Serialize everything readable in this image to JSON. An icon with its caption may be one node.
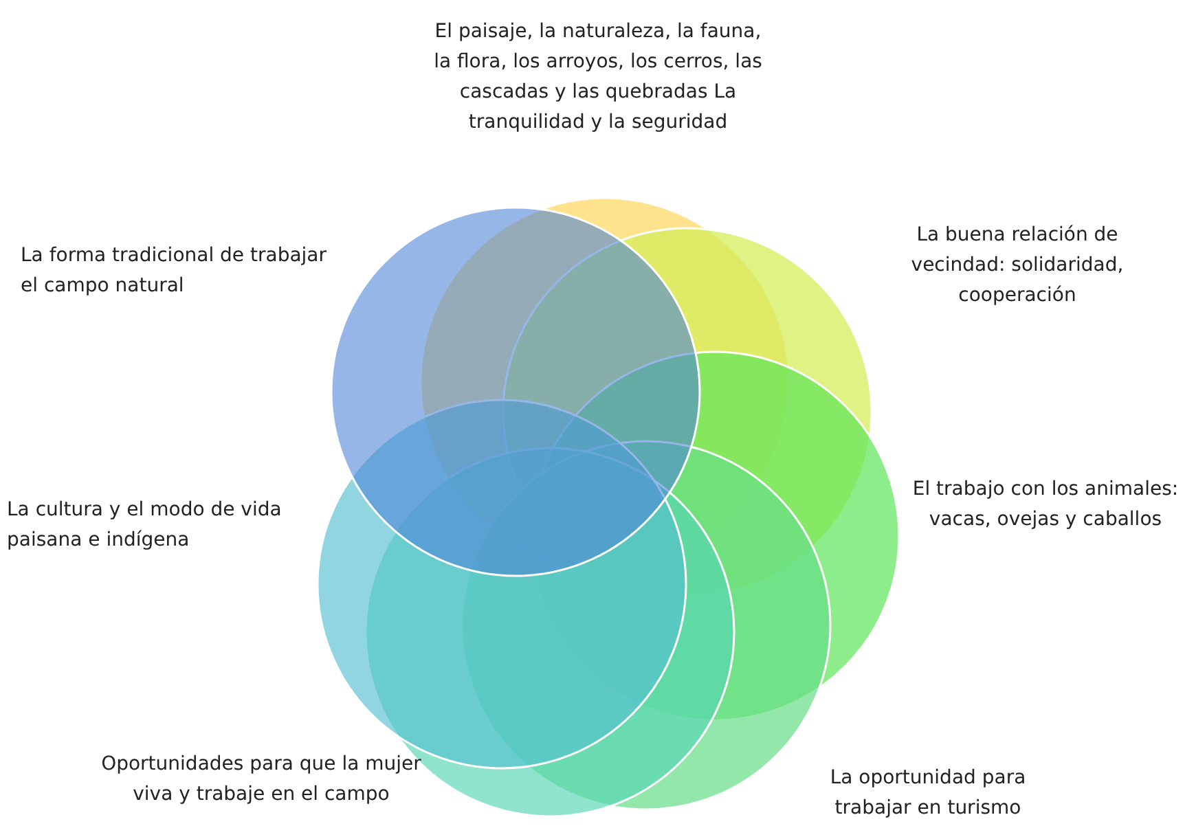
{
  "diagram": {
    "nodes": [
      {
        "text": [],
        "shape": "circle",
        "beside": [
          "El paisaje, la naturaleza, la fauna, la flora, los arroyos, los cerros, las cascadas y las quebradas La tranquilidad y la seguridad"
        ]
      },
      {
        "text": [],
        "shape": "circle",
        "beside": [
          "La buena relación de vecindad: solidaridad, cooperación"
        ]
      },
      {
        "text": [],
        "shape": "circle",
        "beside": [
          "El trabajo con los animales: vacas, ovejas y caballos"
        ]
      },
      {
        "text": [],
        "shape": "circle",
        "beside": [
          "La oportunidad para trabajar en turismo"
        ]
      },
      {
        "text": [],
        "shape": "circle",
        "beside": [
          "Oportunidades para que la mujer viva y trabaje en el campo"
        ]
      },
      {
        "text": [],
        "shape": "circle",
        "beside": [
          "La cultura y el modo de vida paisana e indígena"
        ]
      },
      {
        "text": [],
        "shape": "circle",
        "beside": [
          "La forma tradicional de trabajar el campo natural"
        ]
      }
    ]
  }
}
